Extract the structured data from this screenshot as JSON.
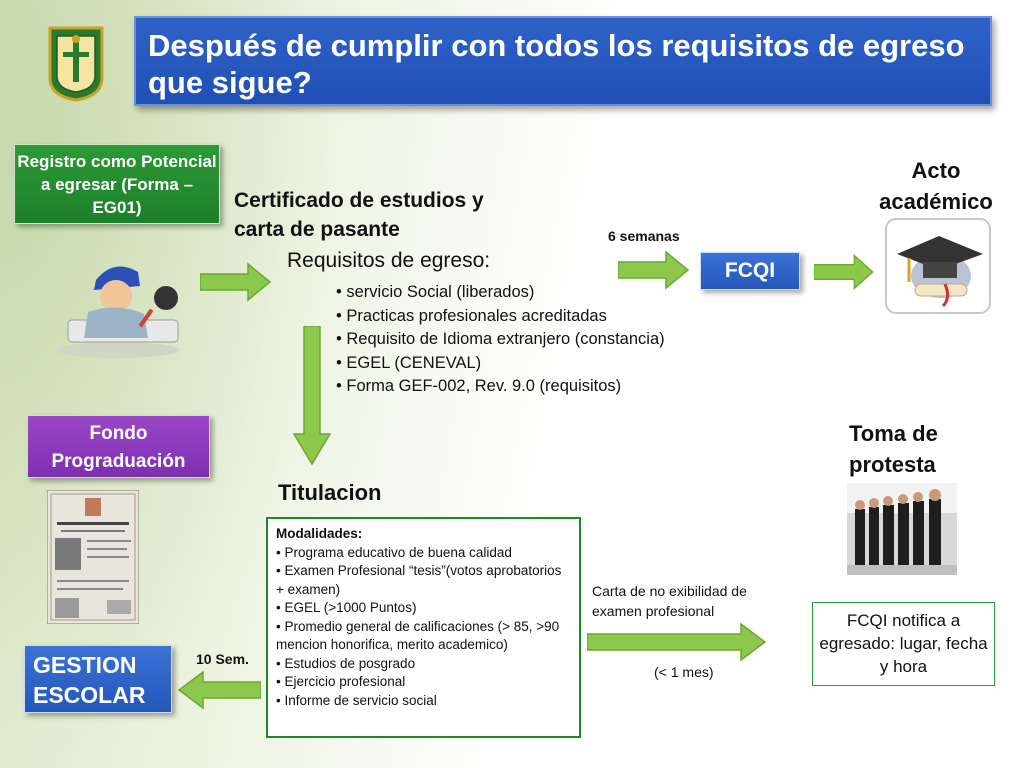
{
  "header": {
    "title": "Después de cumplir con todos los requisitos de egreso que sigue?"
  },
  "boxes": {
    "registro": "Registro como Potencial a egresar (Forma – EG01)",
    "fondo": "Fondo Prograduación",
    "gestion": "GESTION ESCOLAR",
    "fcqi": "FCQI",
    "fcqi_notifica": "FCQI notifica a egresado: lugar, fecha y hora"
  },
  "labels": {
    "certificado": "Certificado de estudios y carta de pasante",
    "requisitos_title": "Requisitos de egreso:",
    "seis_semanas": "6 semanas",
    "acto": "Acto académico",
    "toma": "Toma de protesta",
    "titulacion": "Titulacion",
    "diez_sem": "10 Sem.",
    "carta": "Carta de no exibilidad de examen profesional",
    "menos_mes": "(< 1 mes)"
  },
  "requisitos": [
    "servicio Social (liberados)",
    "Practicas profesionales acreditadas",
    "Requisito de Idioma extranjero (constancia)",
    "EGEL (CENEVAL)",
    "Forma GEF-002, Rev. 9.0 (requisitos)"
  ],
  "modalidades": {
    "title": "Modalidades:",
    "items": [
      "Programa educativo de buena calidad",
      "Examen Profesional “tesis”(votos aprobatorios + examen)",
      "EGEL (>1000 Puntos)",
      "Promedio general de calificaciones (> 85, >90 mencion honorifica, merito academico)",
      "Estudios de posgrado",
      "Ejercicio profesional",
      "Informe de servicio social"
    ]
  },
  "icons": {
    "seal": "university-seal-icon",
    "student": "student-writing-icon",
    "diploma": "certificate-icon",
    "cap": "graduation-cap-icon",
    "group": "graduates-group-icon"
  },
  "colors": {
    "title_blue": "#2457b8",
    "green": "#1d7f2a",
    "purple": "#7c2fae",
    "arrow_green": "#8cc84b"
  }
}
